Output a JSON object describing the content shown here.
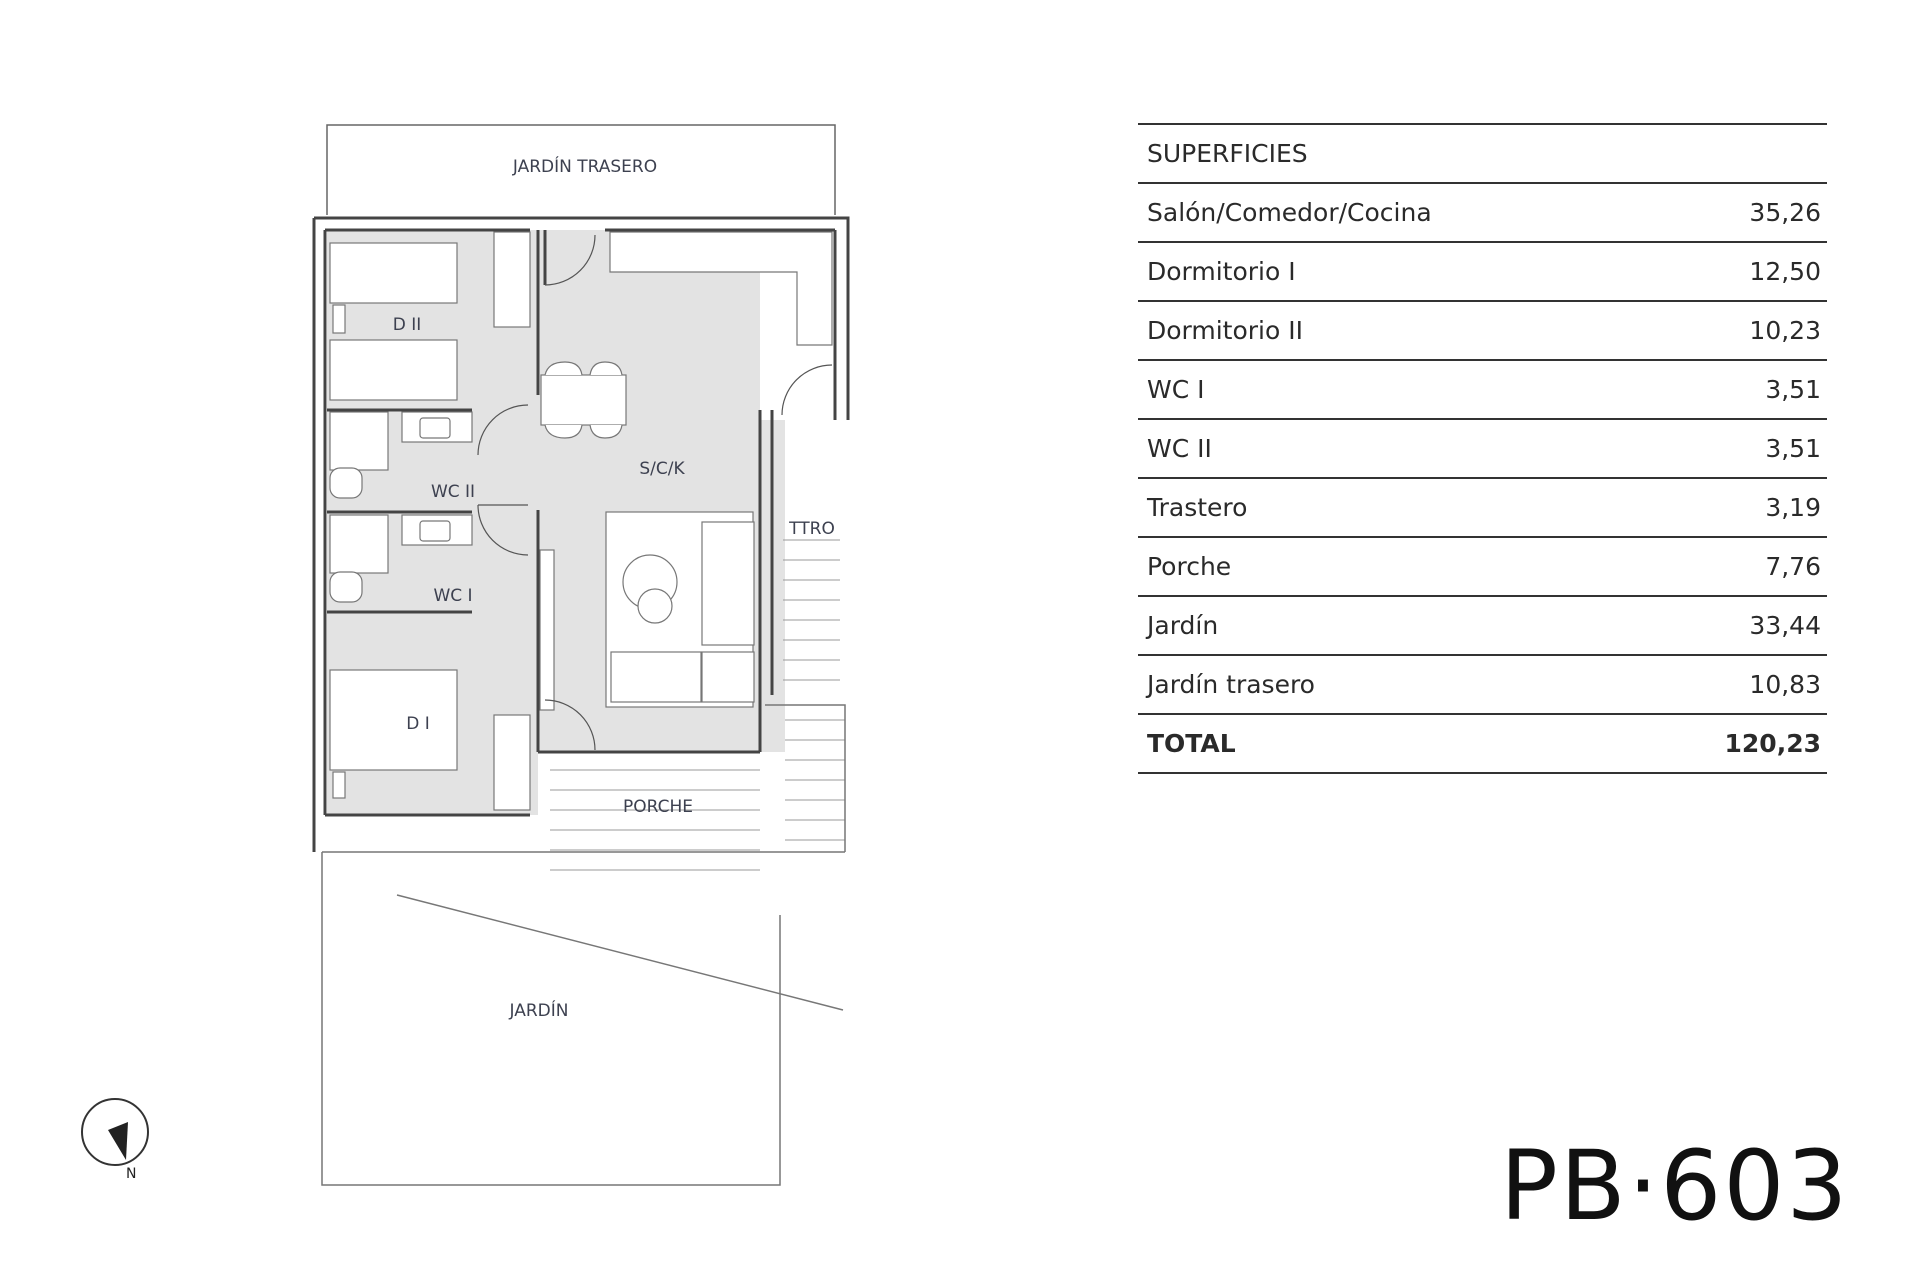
{
  "plan": {
    "rooms": {
      "jardin_trasero": "JARDÍN TRASERO",
      "d2": "D II",
      "sck": "S/C/K",
      "wc2": "WC II",
      "wc1": "WC I",
      "ttro": "TTRO",
      "d1": "D I",
      "porche": "PORCHE",
      "jardin": "JARDÍN"
    },
    "compass_label": "N"
  },
  "table": {
    "header": "SUPERFICIES",
    "rows": [
      {
        "label": "Salón/Comedor/Cocina",
        "value": "35,26"
      },
      {
        "label": "Dormitorio I",
        "value": "12,50"
      },
      {
        "label": "Dormitorio II",
        "value": "10,23"
      },
      {
        "label": "WC I",
        "value": "3,51"
      },
      {
        "label": "WC II",
        "value": "3,51"
      },
      {
        "label": "Trastero",
        "value": "3,19"
      },
      {
        "label": "Porche",
        "value": "7,76"
      },
      {
        "label": "Jardín",
        "value": "33,44"
      },
      {
        "label": "Jardín trasero",
        "value": "10,83"
      }
    ],
    "total": {
      "label": "TOTAL",
      "value": "120,23"
    }
  },
  "unit_code": "PB·603"
}
